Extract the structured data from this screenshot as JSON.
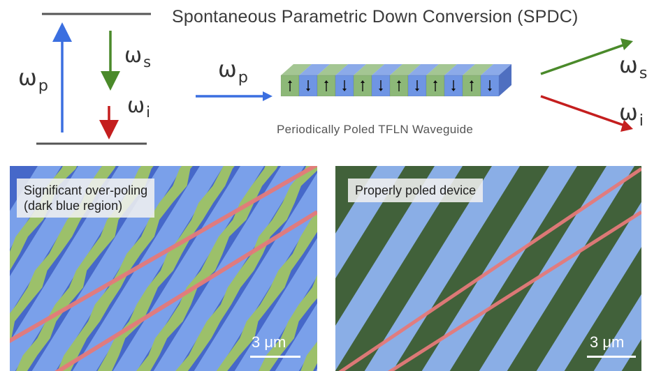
{
  "title": "Spontaneous Parametric Down Conversion (SPDC)",
  "symbols": {
    "omega": "ω",
    "pump_sub": "p",
    "signal_sub": "s",
    "idler_sub": "i"
  },
  "waveguide_caption": "Periodically Poled TFLN Waveguide",
  "colors": {
    "pump": "#3b6fe0",
    "signal": "#4a8a2a",
    "idler": "#c41e1e",
    "domain_green": "#8db878",
    "domain_blue": "#6f95e4",
    "level": "#555555"
  },
  "panels": {
    "left": {
      "label_line1": "Significant over-poling",
      "label_line2": "(dark blue region)",
      "scale": "3 μm"
    },
    "right": {
      "label": "Properly poled device",
      "scale": "3 μm"
    }
  }
}
